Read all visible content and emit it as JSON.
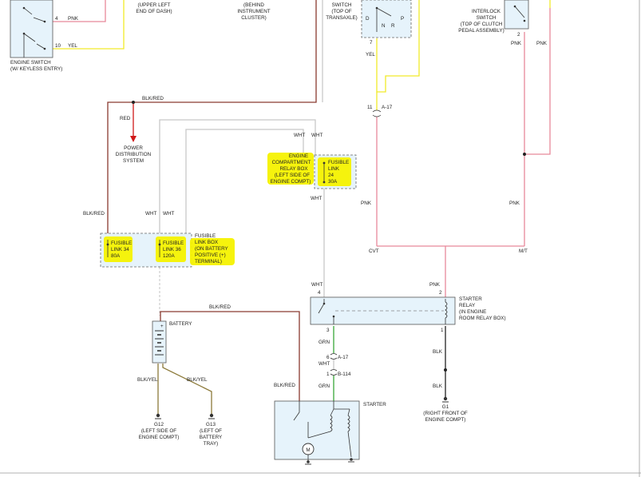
{
  "colors": {
    "pink": "#e8899a",
    "yellow": "#f2ea2a",
    "grey": "#c8c8c8",
    "brown": "#8a3a30",
    "red": "#d01818",
    "green": "#38a838",
    "black": "#222222",
    "olive": "#8c7a3a",
    "highlight": "#f5f200",
    "box_fill": "#e6f3fb"
  },
  "top": {
    "upper_left_1": "(UPPER LEFT",
    "upper_left_2": "END OF DASH)",
    "behind_1": "(BEHIND",
    "behind_2": "INSTRUMENT",
    "behind_3": "CLUSTER)",
    "switch_1": "SWITCH",
    "switch_2": "(TOP OF",
    "switch_3": "TRANSAXLE)",
    "interlock_1": "INTERLOCK",
    "interlock_2": "SWITCH",
    "interlock_3": "(TOP OF CLUTCH",
    "interlock_4": "PEDAL ASSEMBLY)"
  },
  "engine_switch": {
    "label_1": "ENGINE SWITCH",
    "label_2": "(W/ KEYLESS ENTRY)",
    "pin_4": "4",
    "wire_4": "PNK",
    "pin_10": "10",
    "wire_10": "YEL"
  },
  "range_switch": {
    "d": "D",
    "n": "N",
    "r": "R",
    "p": "P",
    "pin": "7",
    "wire": "YEL"
  },
  "interlock": {
    "pin": "2",
    "wire_1": "PNK",
    "wire_2": "PNK"
  },
  "a17_top": {
    "pin": "11",
    "connector": "A-17"
  },
  "pnk_mid_1": "PNK",
  "pnk_mid_2": "PNK",
  "cvt": "CVT",
  "mt": "M/T",
  "blk_red_top": "BLK/RED",
  "red_wire": "RED",
  "pds": {
    "line_1": "POWER",
    "line_2": "DISTRIBUTION",
    "line_3": "SYSTEM"
  },
  "ecr": {
    "line_1": "ENGINE",
    "line_2": "COMPARTMENT",
    "line_3": "RELAY BOX",
    "line_4": "(LEFT SIDE OF",
    "line_5": "ENGINE COMPT)",
    "wht_1": "WHT",
    "wht_2": "WHT",
    "wht_3": "WHT",
    "fuse_1": "FUSIBLE",
    "fuse_2": "LINK",
    "fuse_3": "24",
    "fuse_4": "30A"
  },
  "flb": {
    "blk_red": "BLK/RED",
    "wht_1": "WHT",
    "wht_2": "WHT",
    "f34_1": "FUSIBLE",
    "f34_2": "LINK 34",
    "f34_3": "80A",
    "f36_1": "FUSIBLE",
    "f36_2": "LINK 36",
    "f36_3": "120A",
    "box_1": "FUSIBLE",
    "box_2": "LINK BOX",
    "box_3": "(ON BATTERY",
    "box_4": "POSITIVE (+)",
    "box_5": "TERMINAL)"
  },
  "battery": {
    "label": "BATTERY",
    "plus": "+",
    "wire_top": "BLK/RED"
  },
  "ground_g12": {
    "wire": "BLK/YEL",
    "name": "G12",
    "loc_1": "(LEFT SIDE OF",
    "loc_2": "ENGINE COMPT)"
  },
  "ground_g13": {
    "wire": "BLK/YEL",
    "name": "G13",
    "loc_1": "(LEFT OF",
    "loc_2": "BATTERY",
    "loc_3": "TRAY)"
  },
  "starter_relay": {
    "line_1": "STARTER",
    "line_2": "RELAY",
    "line_3": "(IN ENGINE",
    "line_4": "ROOM RELAY BOX)",
    "pin_4": "4",
    "pin_2": "2",
    "pin_3": "3",
    "pin_1": "1",
    "wire_4": "WHT",
    "wire_2": "PNK"
  },
  "relay_to_starter": {
    "grn_1": "GRN",
    "pin_6": "6",
    "conn_a17": "A-17",
    "wht": "WHT",
    "pin_1": "1",
    "conn_b114": "B-114",
    "grn_2": "GRN"
  },
  "starter": {
    "label": "STARTER",
    "motor": "M",
    "wire_in": "BLK/RED"
  },
  "ground_g1": {
    "pin_1": "1",
    "wire_1": "BLK",
    "wire_2": "BLK",
    "name": "G1",
    "loc_1": "(RIGHT FRONT OF",
    "loc_2": "ENGINE COMPT)"
  }
}
